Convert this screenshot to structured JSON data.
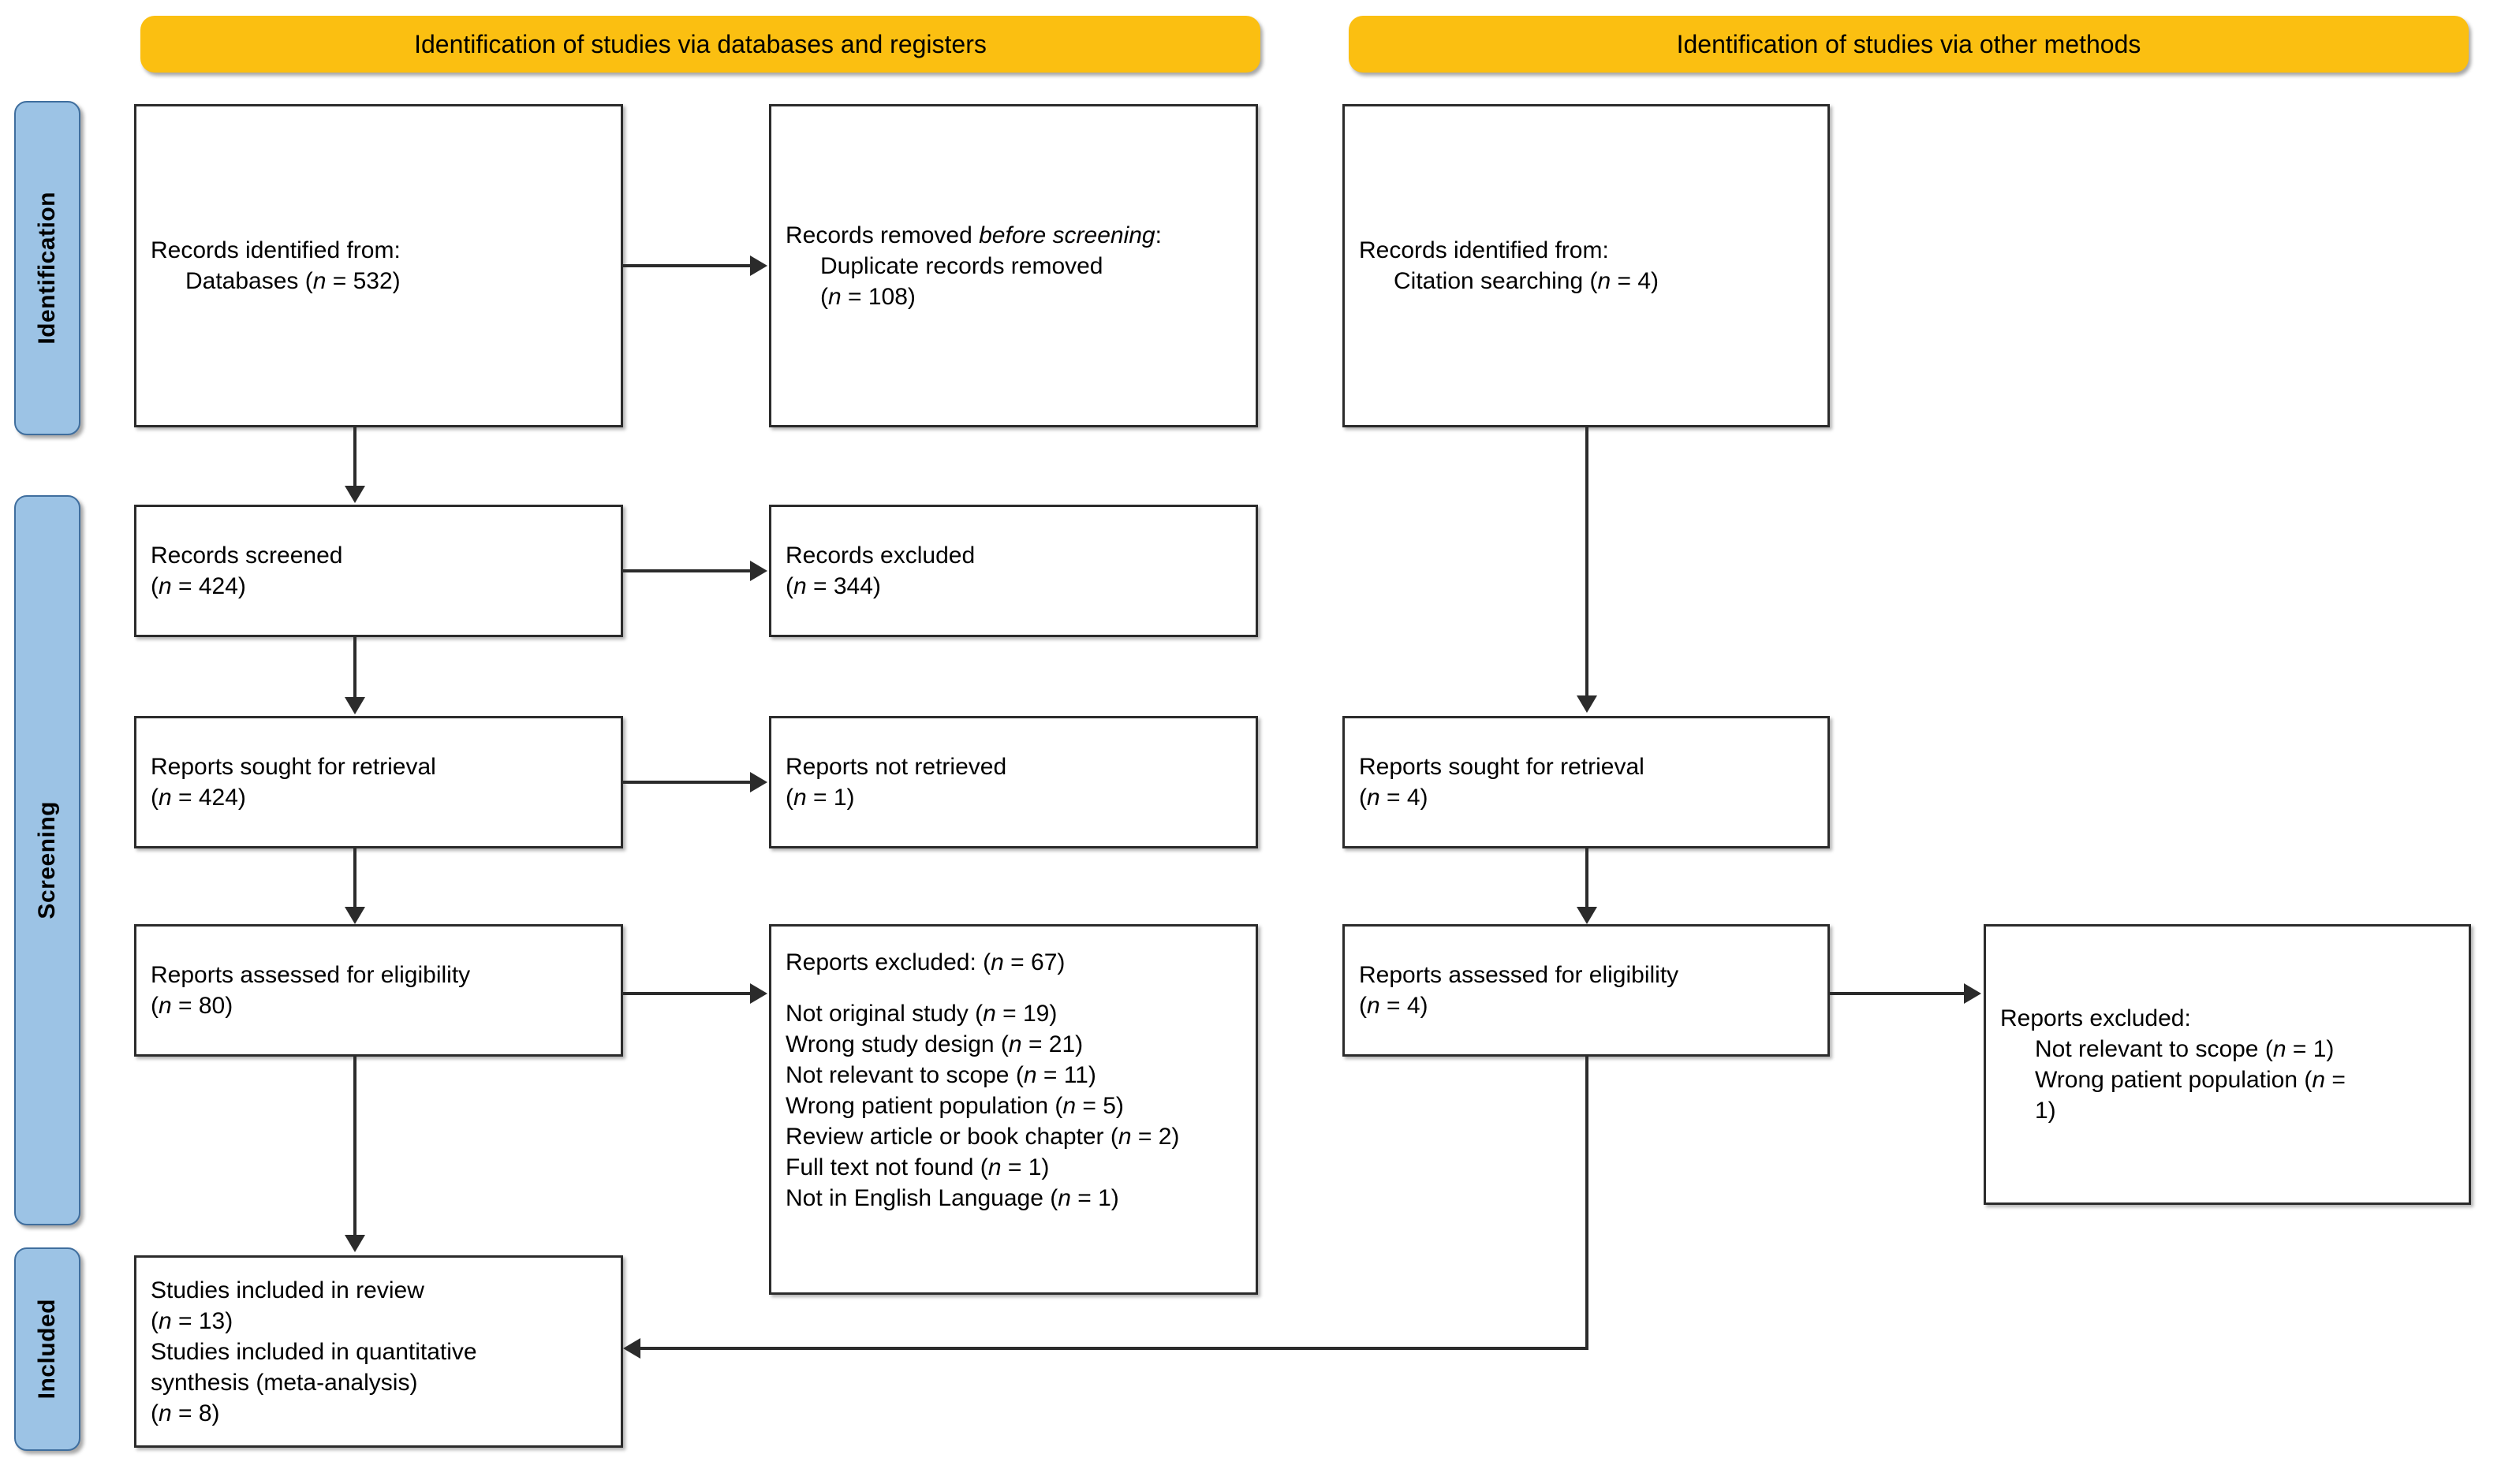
{
  "diagram": {
    "title": "PRISMA 2020 flow diagram",
    "colors": {
      "banner": "#FBBF11",
      "stage_label": "#9CC3E5",
      "stage_label_border": "#3F6E9E",
      "box_border": "#2b2b2b",
      "background": "#ffffff"
    }
  },
  "banners": {
    "left": "Identification of studies via databases and registers",
    "right": "Identification of studies via other methods"
  },
  "stages": {
    "identification": "Identification",
    "screening": "Screening",
    "included": "Included"
  },
  "left_column": {
    "identified": {
      "line1": "Records identified from:",
      "line2": "Databases (n = 532)",
      "n": 532
    },
    "removed": {
      "line1a": "Records removed ",
      "line1b": "before",
      "line2": "screening",
      "line2b": ":",
      "line3": "Duplicate records removed",
      "line4": "(n = 108)",
      "n": 108
    },
    "screened": {
      "line1": "Records screened",
      "line2": "(n = 424)",
      "n": 424
    },
    "records_excluded": {
      "line1": "Records excluded",
      "line2": "(n = 344)",
      "n": 344
    },
    "sought": {
      "line1": "Reports sought for retrieval",
      "line2": "(n = 424)",
      "n": 424
    },
    "not_retrieved": {
      "line1": "Reports not retrieved",
      "line2": "(n = 1)",
      "n": 1
    },
    "assessed": {
      "line1": "Reports assessed for eligibility",
      "line2": "(n = 80)",
      "n": 80
    },
    "reports_excluded": {
      "heading": "Reports excluded: (n = 67)",
      "total": 67,
      "reasons": [
        {
          "label": "Not original study",
          "count": 19,
          "text": "Not original study (n = 19)"
        },
        {
          "label": "Wrong study design",
          "count": 21,
          "text": "Wrong study design (n = 21)"
        },
        {
          "label": "Not relevant to scope",
          "count": 11,
          "text": "Not relevant to scope (n = 11)"
        },
        {
          "label": "Wrong patient population",
          "count": 5,
          "text": "Wrong patient population (n = 5)"
        },
        {
          "label": "Review article or book chapter",
          "count": 2,
          "text": "Review article or book chapter (n = 2)"
        },
        {
          "label": "Full text not found",
          "count": 1,
          "text": "Full text not found (n = 1)"
        },
        {
          "label": "Not in English Language",
          "count": 1,
          "text": "Not in English Language (n = 1)"
        }
      ]
    },
    "included": {
      "line1": "Studies included in review",
      "line2": "(n = 13)",
      "line3": "Studies included in quantitative",
      "line4": "synthesis (meta-analysis)",
      "line5": "(n = 8)",
      "n_review": 13,
      "n_meta": 8
    }
  },
  "right_column": {
    "identified": {
      "line1": "Records identified from:",
      "line2": "Citation searching (n = 4)",
      "n": 4
    },
    "sought": {
      "line1": "Reports sought for retrieval",
      "line2": "(n = 4)",
      "n": 4
    },
    "assessed": {
      "line1": "Reports assessed for eligibility",
      "line2": "(n = 4)",
      "n": 4
    },
    "reports_excluded": {
      "heading": "Reports excluded:",
      "reasons": [
        {
          "label": "Not relevant to scope",
          "count": 1,
          "text": "Not relevant to scope (n = 1)"
        },
        {
          "label": "Wrong patient population",
          "count": 1,
          "text": "Wrong patient population (n ="
        },
        {
          "label": "",
          "count": 1,
          "text": "1)"
        }
      ]
    }
  }
}
